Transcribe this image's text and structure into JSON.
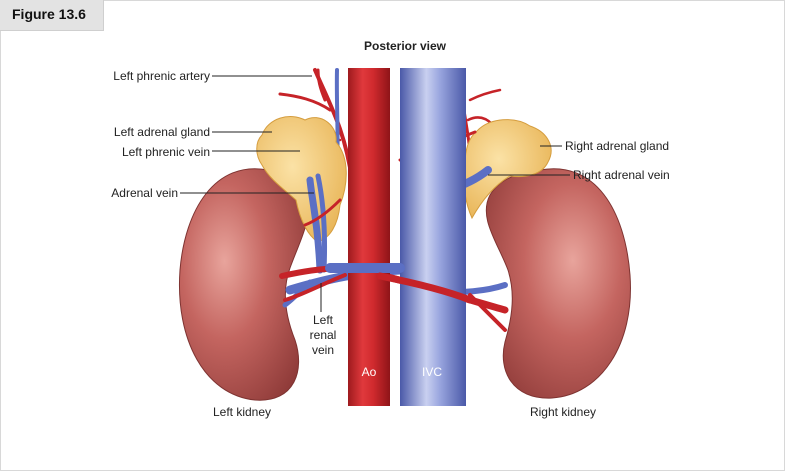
{
  "figure_label": "Figure 13.6",
  "title": "Posterior view",
  "labels": {
    "left_phrenic_artery": "Left phrenic artery",
    "left_adrenal_gland": "Left adrenal gland",
    "left_phrenic_vein": "Left phrenic vein",
    "adrenal_vein": "Adrenal vein",
    "left_renal_vein_1": "Left",
    "left_renal_vein_2": "renal",
    "left_renal_vein_3": "vein",
    "right_adrenal_gland": "Right adrenal gland",
    "right_adrenal_vein": "Right adrenal vein",
    "ao": "Ao",
    "ivc": "IVC",
    "left_kidney": "Left kidney",
    "right_kidney": "Right kidney"
  },
  "colors": {
    "artery": "#d0262b",
    "vein": "#5b6fc4",
    "kidney": "#b5524f",
    "adrenal": "#f2c46b"
  }
}
